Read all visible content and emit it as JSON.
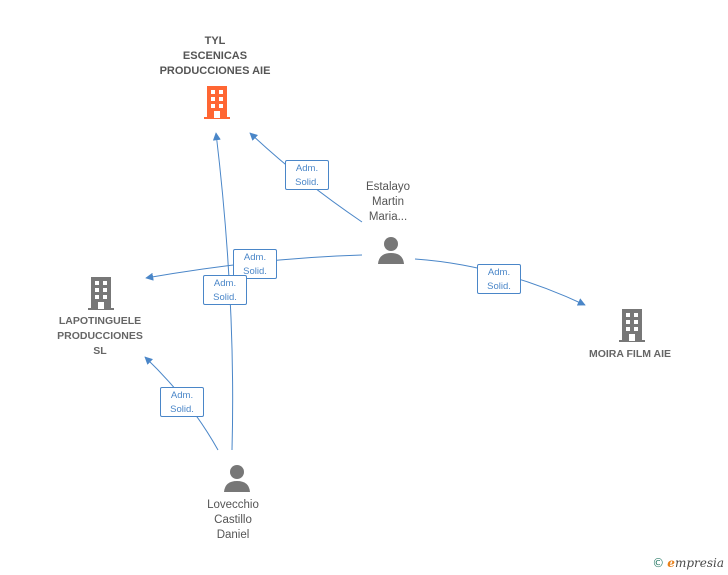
{
  "nodes": {
    "tyl": {
      "label": "TYL\nESCENICAS\nPRODUCCIONES AIE",
      "kind": "company",
      "color": "#ff6633"
    },
    "lapotinguele": {
      "label": "LAPOTINGUELE\nPRODUCCIONES\nSL",
      "kind": "company",
      "color": "#777777"
    },
    "moira": {
      "label": "MOIRA FILM AIE",
      "kind": "company",
      "color": "#777777"
    },
    "estalayo": {
      "label": "Estalayo\nMartin\nMaria...",
      "kind": "person",
      "color": "#777777"
    },
    "lovecchio": {
      "label": "Lovecchio\nCastillo\nDaniel",
      "kind": "person",
      "color": "#777777"
    }
  },
  "edges": [
    {
      "from": "estalayo",
      "to": "tyl",
      "label": "Adm.\nSolid."
    },
    {
      "from": "estalayo",
      "to": "lapotinguele",
      "label": "Adm.\nSolid."
    },
    {
      "from": "estalayo",
      "to": "moira",
      "label": "Adm.\nSolid."
    },
    {
      "from": "lovecchio",
      "to": "tyl",
      "label": "Adm.\nSolid."
    },
    {
      "from": "lovecchio",
      "to": "lapotinguele",
      "label": "Adm.\nSolid."
    }
  ],
  "colors": {
    "edge": "#4a86c8",
    "building": "#777777",
    "highlight": "#ff6633"
  },
  "brand": {
    "copyright": "©",
    "initial": "e",
    "name": "mpresia"
  }
}
